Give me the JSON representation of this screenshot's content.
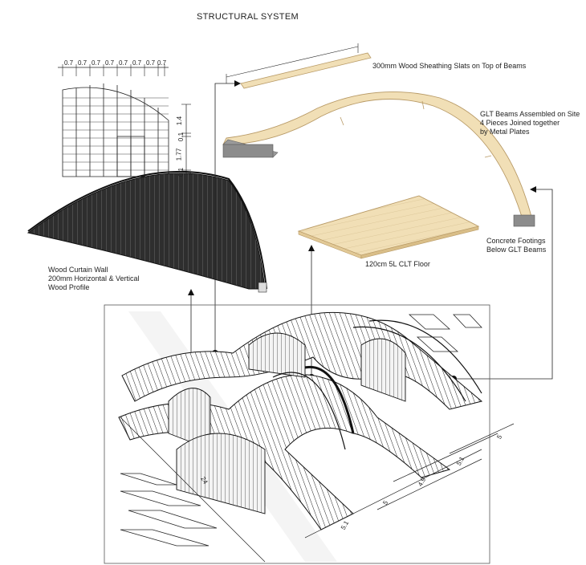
{
  "title": "STRUCTURAL SYSTEM",
  "labels": {
    "sheathing": "300mm Wood Sheathing Slats on Top of Beams",
    "glt_line1": "GLT Beams Assembled on Site",
    "glt_line2": "4 Pieces Joined together",
    "glt_line3": "by Metal Plates",
    "footing_line1": "Concrete Footings",
    "footing_line2": "Below GLT Beams",
    "clt_floor": "120cm 5L CLT Floor",
    "curtain_line1": "Wood Curtain Wall",
    "curtain_line2": "200mm Horizontal & Vertical",
    "curtain_line3": "Wood Profile"
  },
  "elevation_dims": {
    "top": [
      "0.7",
      "0.7",
      "0.7",
      "0.7",
      "0.7",
      "0.7",
      "0.7",
      "0.7"
    ],
    "side": [
      "1.4",
      "0.1",
      "1.77",
      "0.1"
    ]
  },
  "plan_dims": {
    "d1": "5",
    "d2": "5.1",
    "d3": "4.9",
    "d4": "5",
    "d5": "5.1",
    "d6": "24"
  },
  "colors": {
    "wood": "#f1dfb6",
    "wood_edge": "#b89a66",
    "concrete": "#8c8c8c",
    "ink": "#1a1a1a",
    "curtain_dark": "#2a2a2a"
  }
}
